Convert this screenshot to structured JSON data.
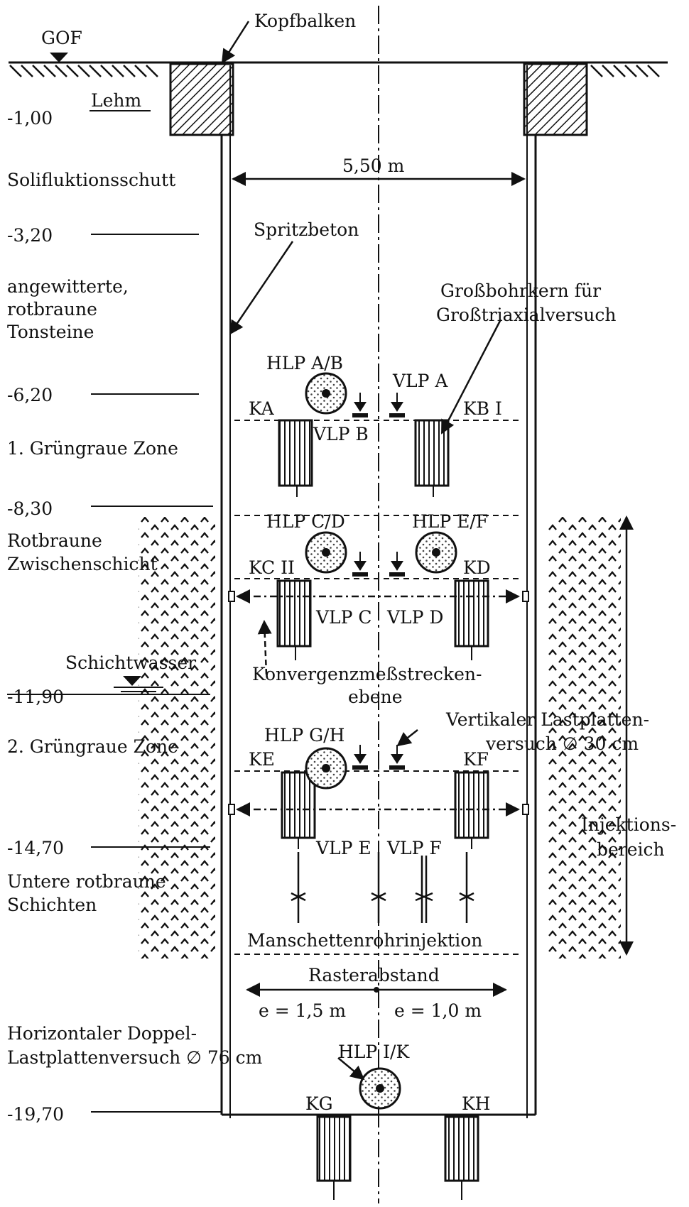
{
  "labels": {
    "gof": "GOF",
    "kopfbalken": "Kopfbalken",
    "lehm": "Lehm",
    "diameter": "5,50 m",
    "spritzbeton": "Spritzbeton",
    "grossbohrkern_1": "Großbohrkern für",
    "grossbohrkern_2": "Großtriaxialversuch",
    "schichtwasser": "Schichtwasser",
    "konvergenz_1": "Konvergenzmeßstrecken-",
    "konvergenz_2": "ebene",
    "vertikaler_1": "Vertikaler Lastplatten-",
    "vertikaler_2": "versuch  ∅ 30 cm",
    "injektion_1": "Injektions-",
    "injektion_2": "bereich",
    "manschetten": "Manschettenrohrinjektion",
    "rasterabstand": "Rasterabstand",
    "e_left": "e = 1,5 m",
    "e_right": "e = 1,0 m",
    "horizontaler_1": "Horizontaler Doppel-",
    "horizontaler_2": "Lastplattenversuch  ∅ 76 cm"
  },
  "depths": {
    "d1": "-1,00",
    "d2": "-3,20",
    "d3": "-6,20",
    "d4": "-8,30",
    "d5": "-11,90",
    "d6": "-14,70",
    "d7": "-19,70"
  },
  "layers": {
    "l1": "Solifluktionsschutt",
    "l2a": "angewitterte,",
    "l2b": "rotbraune",
    "l2c": "Tonsteine",
    "l3": "1. Grüngraue Zone",
    "l4a": "Rotbraune",
    "l4b": "Zwischenschicht",
    "l5": "2. Grüngraue Zone",
    "l6a": "Untere rotbraune",
    "l6b": "Schichten"
  },
  "tests": {
    "hlp_ab": "HLP A/B",
    "vlp_a": "VLP A",
    "vlp_b": "VLP B",
    "ka": "KA",
    "kb": "KB I",
    "hlp_cd": "HLP C/D",
    "hlp_ef": "HLP E/F",
    "kc": "KC II",
    "kd": "KD",
    "vlp_c": "VLP C",
    "vlp_d": "VLP D",
    "hlp_gh": "HLP G/H",
    "ke": "KE",
    "kf": "KF",
    "vlp_e": "VLP E",
    "vlp_f": "VLP F",
    "hlp_ik": "HLP I/K",
    "kg": "KG",
    "kh": "KH"
  }
}
